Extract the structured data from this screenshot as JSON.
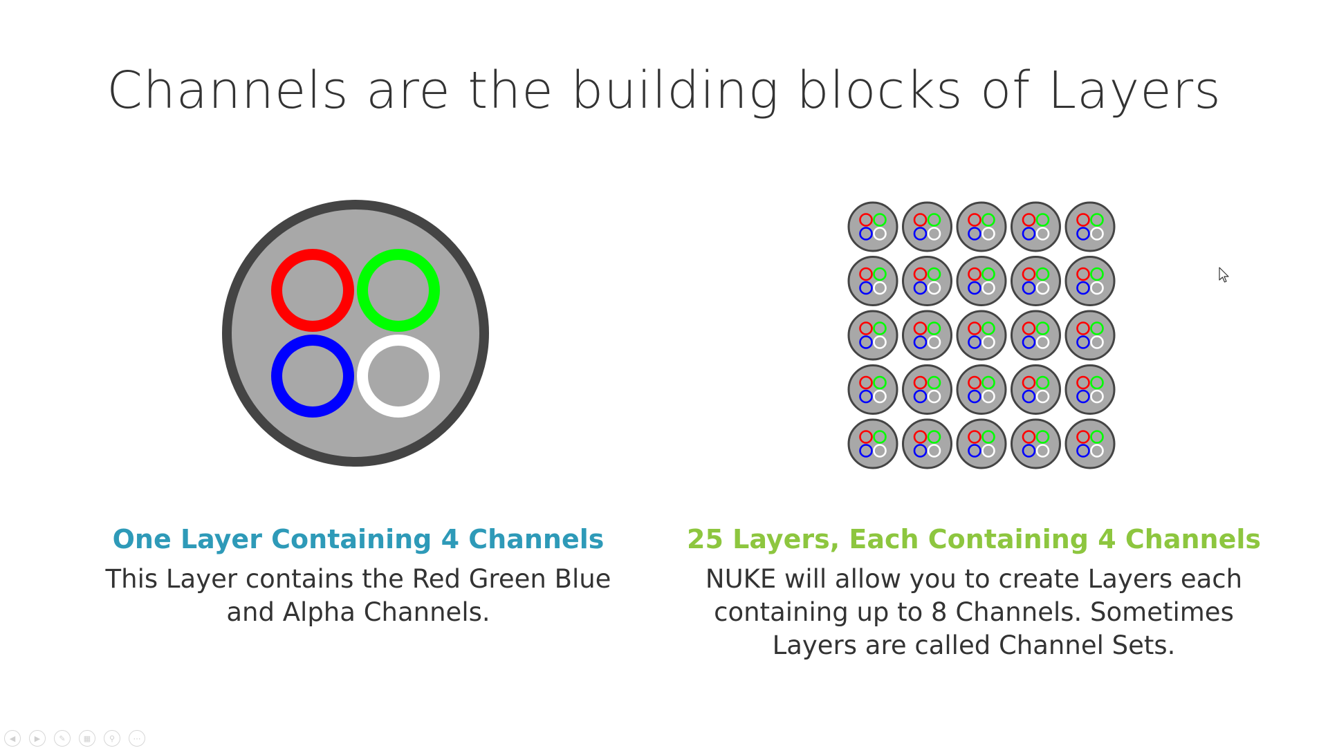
{
  "slide": {
    "title": "Channels are the building blocks of Layers",
    "left": {
      "heading": "One Layer Containing 4 Channels",
      "body": "This Layer contains the Red Green Blue and Alpha Channels."
    },
    "right": {
      "heading": "25 Layers, Each Containing 4 Channels",
      "body": "NUKE will allow you to create Layers each containing up to 8 Channels. Sometimes Layers are called Channel Sets."
    }
  },
  "diagram": {
    "grid": {
      "rows": 5,
      "cols": 5
    },
    "colors": {
      "layer_fill": "#a8a8a8",
      "layer_border": "#444444",
      "red": "#ff0000",
      "green": "#00ff00",
      "blue": "#0000ff",
      "alpha": "#ffffff",
      "heading_left": "#2e9ab8",
      "heading_right": "#8dc63f"
    }
  },
  "player_controls": {
    "icons": [
      "previous-icon",
      "next-icon",
      "pen-icon",
      "slides-icon",
      "zoom-icon",
      "more-icon"
    ]
  }
}
